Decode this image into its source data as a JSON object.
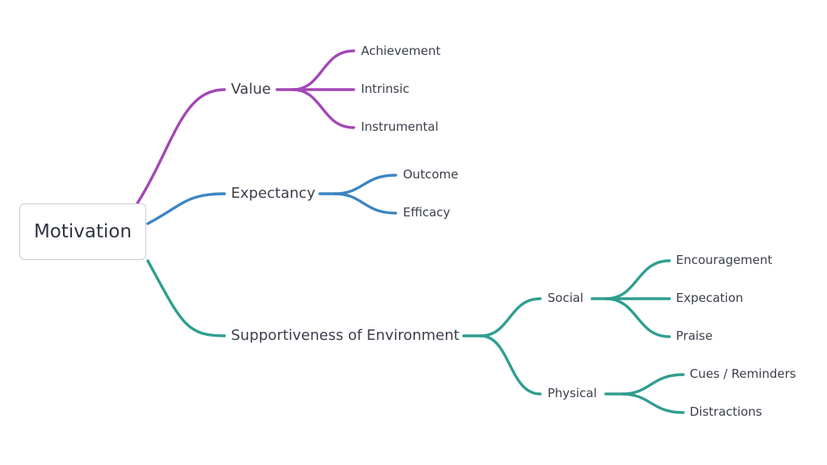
{
  "colors": {
    "value": "#a347b7",
    "expectancy": "#3d84c3",
    "environment": "#2f9e8f"
  },
  "root": {
    "label": "Motivation"
  },
  "value": {
    "label": "Value",
    "children": [
      "Achievement",
      "Intrinsic",
      "Instrumental"
    ]
  },
  "expectancy": {
    "label": "Expectancy",
    "children": [
      "Outcome",
      "Efficacy"
    ]
  },
  "environment": {
    "label": "Supportiveness of Environment",
    "social": {
      "label": "Social",
      "children": [
        "Encouragement",
        "Expecation",
        "Praise"
      ]
    },
    "physical": {
      "label": "Physical",
      "children": [
        "Cues / Reminders",
        "Distractions"
      ]
    }
  }
}
